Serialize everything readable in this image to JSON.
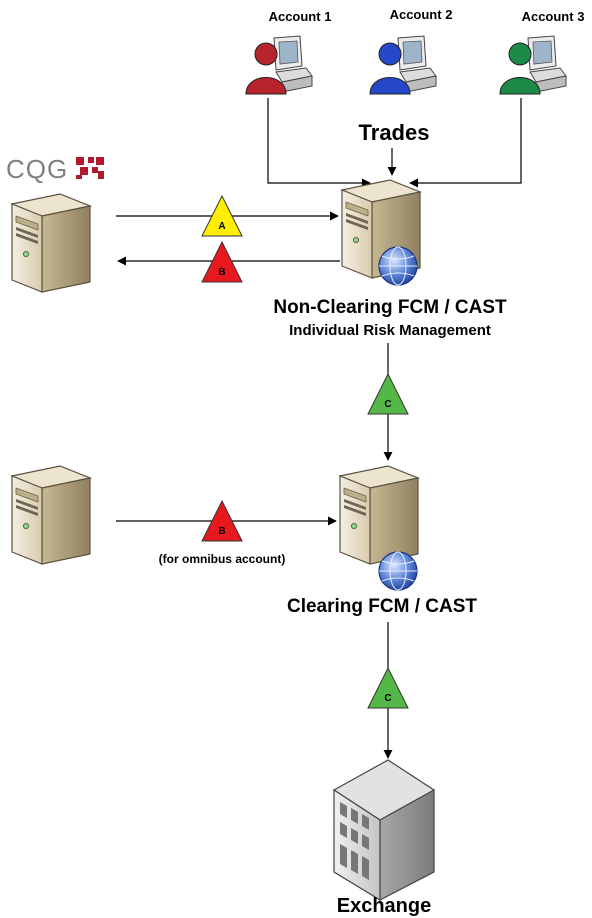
{
  "accounts": [
    {
      "label": "Account 1",
      "color": "#b8242c"
    },
    {
      "label": "Account 2",
      "color": "#2448c8"
    },
    {
      "label": "Account 3",
      "color": "#1e8a48"
    }
  ],
  "trades_label": "Trades",
  "cqg_logo": {
    "text": "CQG",
    "colors": {
      "text": "#808080",
      "mark": "#b0192e"
    }
  },
  "non_clearing": {
    "title": "Non-Clearing FCM / CAST",
    "subtitle": "Individual Risk Management"
  },
  "clearing": {
    "title": "Clearing FCM / CAST",
    "note": "(for omnibus account)"
  },
  "exchange_label": "Exchange",
  "markers": {
    "a": {
      "letter": "A",
      "color": "#ffee00"
    },
    "b_upper": {
      "letter": "B",
      "color": "#e8191e"
    },
    "b_lower": {
      "letter": "B",
      "color": "#e8191e"
    },
    "c_upper": {
      "letter": "C",
      "color": "#54b848"
    },
    "c_lower": {
      "letter": "C",
      "color": "#54b848"
    }
  }
}
